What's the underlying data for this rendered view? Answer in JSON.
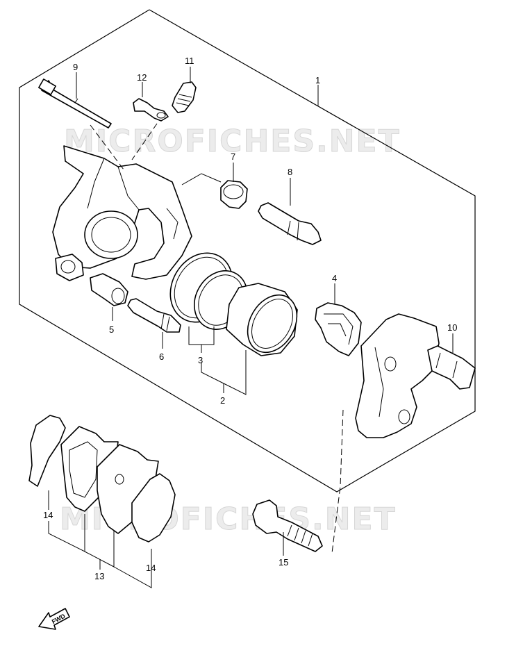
{
  "watermark": {
    "top": "MICROFICHES.NET",
    "bottom": "MICROFICHES.NET"
  },
  "callouts": {
    "p1": "1",
    "p2": "2",
    "p3": "3",
    "p4": "4",
    "p5": "5",
    "p6": "6",
    "p7": "7",
    "p8": "8",
    "p9": "9",
    "p10": "10",
    "p11": "11",
    "p12": "12",
    "p13": "13",
    "p14a": "14",
    "p14b": "14",
    "p15": "15"
  },
  "direction_arrow": {
    "label": "FWD",
    "icon": "fwd-arrow-icon"
  }
}
